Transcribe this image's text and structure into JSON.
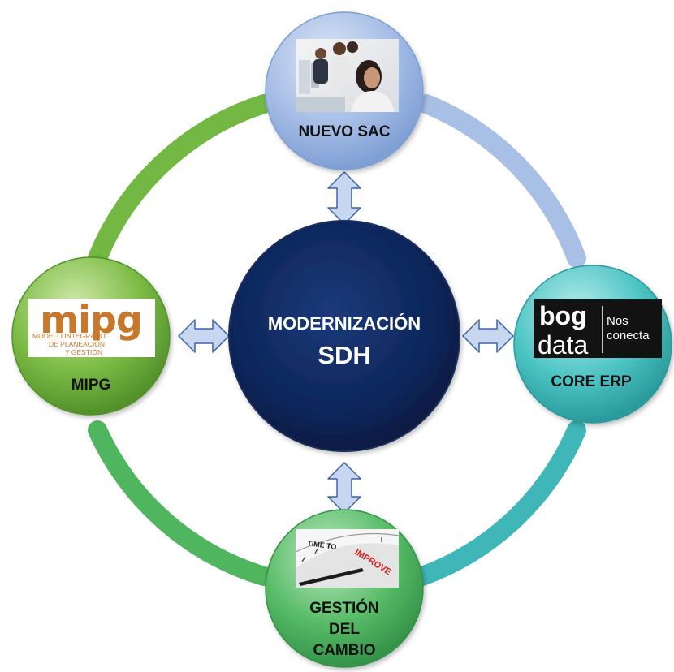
{
  "center": {
    "line1": "MODERNIZACIÓN",
    "line2": "SDH",
    "color": "#0d2559"
  },
  "nodes": {
    "top": {
      "label": "NUEVO SAC",
      "color": "#a6bde6",
      "image": "call-center-photo"
    },
    "right": {
      "label": "CORE ERP",
      "color": "#4cc4c4",
      "logo": {
        "line1": "bog",
        "line2": "data",
        "tag1": "Nos",
        "tag2": "conecta"
      }
    },
    "bottom": {
      "label_lines": [
        "GESTIÓN",
        "DEL",
        "CAMBIO"
      ],
      "color": "#58bc67",
      "image": {
        "text1": "TIME TO",
        "text2": "IMPROVE"
      }
    },
    "left": {
      "label": "MIPG",
      "color": "#7cbb45",
      "logo": {
        "word": "mipg",
        "line1": "MODELO INTEGRADO",
        "line2": "DE PLANEACIÓN",
        "line3": "Y GESTIÓN",
        "color": "#c8782a"
      }
    }
  },
  "colors": {
    "arrow_fill": "#c6d7ef",
    "arrow_stroke": "#3c63a8",
    "ring_blue": "#a9c0e6",
    "ring_teal": "#3fb6b8",
    "ring_green": "#5cb84a"
  }
}
